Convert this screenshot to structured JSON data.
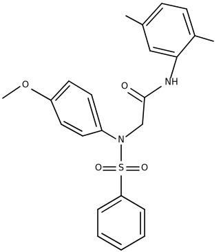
{
  "molecule": {
    "atoms": {
      "amide_nh": "NH",
      "carbonyl_o": "O",
      "sulfonamide_n": "N",
      "sulfur": "S",
      "sulfonyl_o_left": "O",
      "sulfonyl_o_right": "O",
      "ether_o": "O"
    }
  }
}
